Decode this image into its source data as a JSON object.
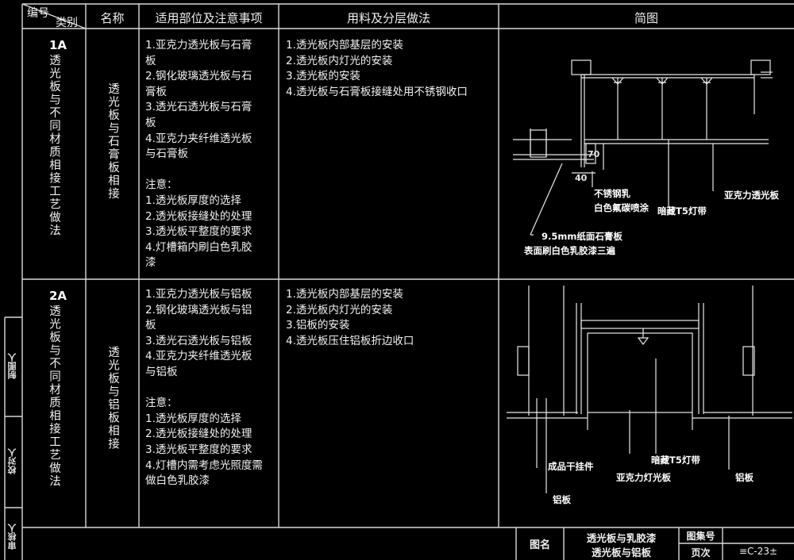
{
  "header": {
    "bianhao": "编号",
    "leibie": "类别",
    "mingcheng": "名称",
    "shiyong": "适用部位及注意事项",
    "yongliao": "用料及分层做法",
    "jiantu": "简图"
  },
  "rows": [
    {
      "code": "1A",
      "category": "透光板与不同材质相接工艺做法",
      "name": "透光板与石膏板相接",
      "apply": [
        "1.亚克力透光板与石膏",
        "板",
        "2.钢化玻璃透光板与石",
        "膏板",
        "3.透光石透光板与石膏",
        "板",
        "4.亚克力夹纤维透光板",
        "与石膏板",
        "",
        "注意：",
        "1.透光板厚度的选择",
        "2.透光板接缝处的处理",
        "3.透光板平整度的要求",
        "4.灯槽箱内刷白色乳胶",
        "漆"
      ],
      "materials": [
        "1.透光板内部基层的安装",
        "2.透光板内灯光的安装",
        "3.透光板的安装",
        "4.透光板与石膏板接缝处用不锈钢收口"
      ],
      "annotations": {
        "dim_40": "40",
        "dim_70": "70",
        "steel": "不锈钢乳",
        "steel2": "白色氟碳喷涂",
        "lamp": "暗藏T5灯带",
        "acrylic": "亚克力透光板",
        "gypsum": "9.5mm纸面石膏板",
        "gypsum2": "表面刷白色乳胶漆三遍"
      }
    },
    {
      "code": "2A",
      "category": "透光板与不同材质相接工艺做法",
      "name": "透光板与铝板相接",
      "apply": [
        "1.亚克力透光板与铝板",
        "2.钢化玻璃透光板与铝",
        "板",
        "3.透光石透光板与铝板",
        "4.亚克力夹纤维透光板",
        "与铝板",
        "",
        "注意：",
        "1.透光板厚度的选择",
        "2.透光板接缝处的处理",
        "3.透光板平整度的要求",
        "4.灯槽内需考虑光照度需",
        "做白色乳胶漆"
      ],
      "materials": [
        "1.透光板内部基层的安装",
        "2.透光板内灯光的安装",
        "3.铝板的安装",
        "4.透光板压住铝板折边收口"
      ],
      "annotations": {
        "lamp": "暗藏T5灯带",
        "pendant": "成品干挂件",
        "acrylic_lamp": "亚克力灯光板",
        "alu": "铝板",
        "alu2": "铝板"
      }
    }
  ],
  "side_labels": [
    "制图人",
    "校对人",
    "审核人"
  ],
  "footer": {
    "tuming_label": "图名",
    "title1": "透光板与乳胶漆",
    "title2": "透光板与铝板",
    "tujihao_label": "图集号",
    "yeci_label": "页次",
    "page": "≡C-23±"
  }
}
